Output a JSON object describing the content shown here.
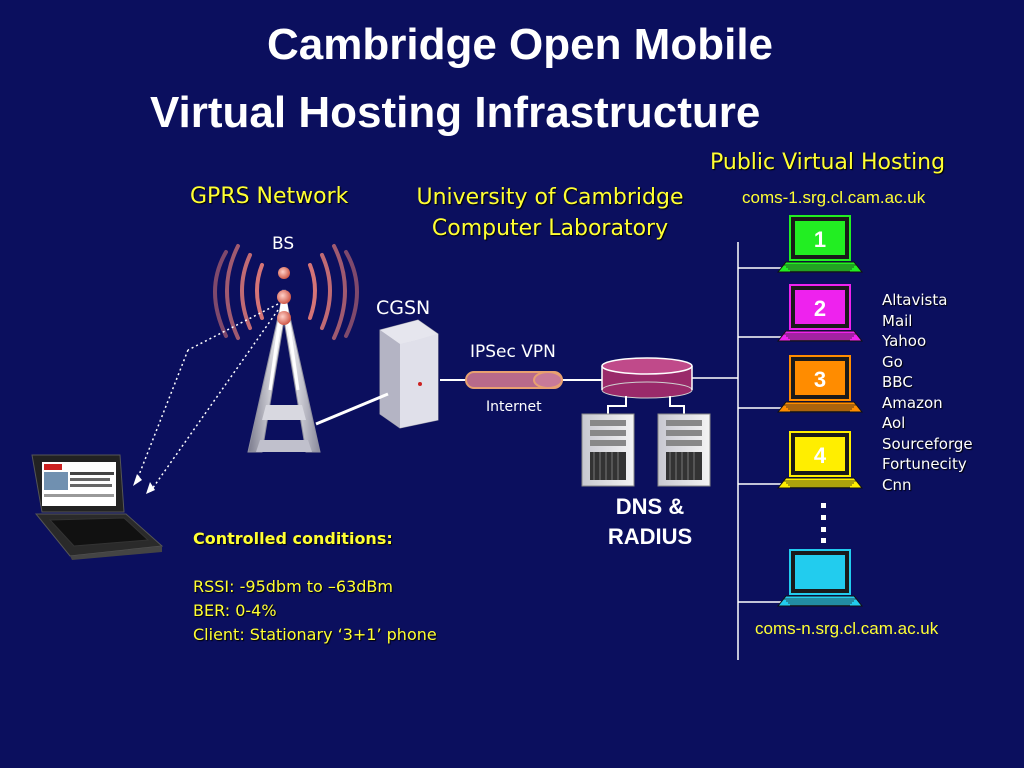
{
  "title": {
    "line1": "Cambridge Open Mobile",
    "line2": "Virtual Hosting Infrastructure"
  },
  "headings": {
    "gprs": "GPRS Network",
    "ucam_line1": "University of Cambridge",
    "ucam_line2": "Computer Laboratory",
    "public": "Public Virtual Hosting"
  },
  "hosts": {
    "first": "coms-1.srg.cl.cam.ac.uk",
    "last": "coms-n.srg.cl.cam.ac.uk"
  },
  "labels": {
    "bs": "BS",
    "cgsn": "CGSN",
    "ipsec": "IPSec VPN",
    "internet": "Internet",
    "dns_line1": "DNS &",
    "dns_line2": "RADIUS"
  },
  "hosted_laptops": [
    {
      "number": "1",
      "color": "#22ee22"
    },
    {
      "number": "2",
      "color": "#ee22ee"
    },
    {
      "number": "3",
      "color": "#ff8c00"
    },
    {
      "number": "4",
      "color": "#ffee00"
    },
    {
      "number": "",
      "color": "#22ccee"
    }
  ],
  "sites": [
    "Altavista",
    "Mail",
    "Yahoo",
    "Go",
    "BBC",
    "Amazon",
    "Aol",
    "Sourceforge",
    "Fortunecity",
    "Cnn"
  ],
  "conditions": {
    "heading": "Controlled conditions:",
    "rssi": "RSSI: -95dbm to –63dBm",
    "ber": "BER:   0-4%",
    "client": "Client:  Stationary ‘3+1’ phone"
  },
  "colors": {
    "background": "#0b0f5e",
    "text_yellow": "#ffff33",
    "text_white": "#ffffff"
  }
}
